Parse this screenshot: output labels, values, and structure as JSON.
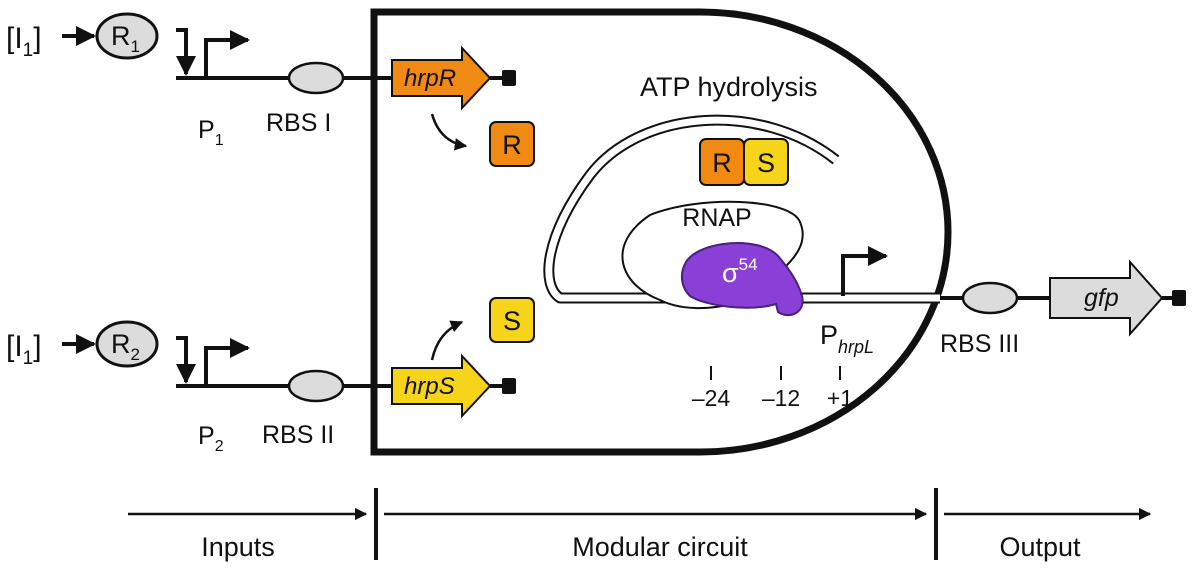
{
  "inputs": {
    "top": {
      "inducer": "[I",
      "inducer_sub": "1",
      "inducer_close": "]",
      "regulator": "R",
      "regulator_sub": "1",
      "promoter": "P",
      "promoter_sub": "1",
      "rbs": "RBS I",
      "gene": "hrpR",
      "protein": "R"
    },
    "bottom": {
      "inducer": "[I",
      "inducer_sub": "1",
      "inducer_close": "]",
      "regulator": "R",
      "regulator_sub": "2",
      "promoter": "P",
      "promoter_sub": "2",
      "rbs": "RBS II",
      "gene": "hrpS",
      "protein": "S"
    }
  },
  "circuit": {
    "atp_label": "ATP hydrolysis",
    "complex_r": "R",
    "complex_s": "S",
    "rnap": "RNAP",
    "sigma": "σ",
    "sigma_sup": "54",
    "promoter": "P",
    "promoter_sub": "hrpL",
    "ticks": [
      "–24",
      "–12",
      "+1"
    ]
  },
  "output": {
    "rbs": "RBS III",
    "gene": "gfp"
  },
  "sections": {
    "inputs": "Inputs",
    "circuit": "Modular circuit",
    "output": "Output"
  },
  "colors": {
    "orange": "#f08a12",
    "yellow": "#f6d41a",
    "purple": "#8a3fd6",
    "grey": "#dcdcdc"
  }
}
